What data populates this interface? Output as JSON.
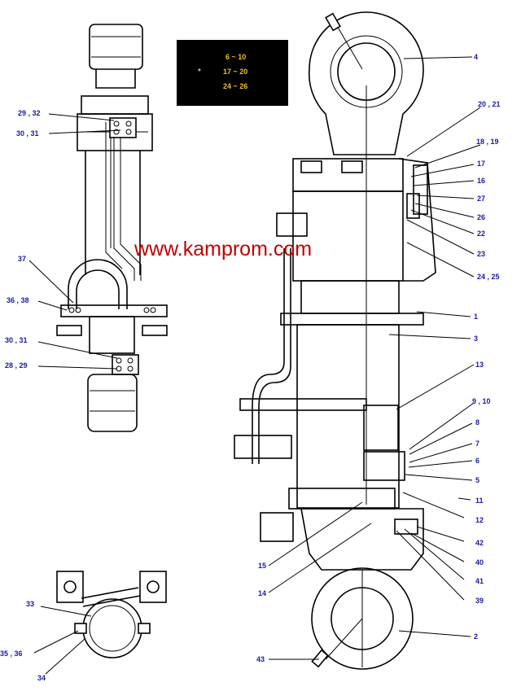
{
  "watermark": "www.kamprom.com",
  "legend": {
    "symbol": "*",
    "rows": [
      "6 ~ 10",
      "17 ~ 20",
      "24 ~ 26"
    ]
  },
  "callouts": [
    {
      "id": "c-4",
      "text": "4"
    },
    {
      "id": "c-20-21",
      "text": "20 , 21"
    },
    {
      "id": "c-18-19",
      "text": "18 , 19"
    },
    {
      "id": "c-17",
      "text": "17"
    },
    {
      "id": "c-16",
      "text": "16"
    },
    {
      "id": "c-27",
      "text": "27"
    },
    {
      "id": "c-26",
      "text": "26"
    },
    {
      "id": "c-22",
      "text": "22"
    },
    {
      "id": "c-23",
      "text": "23"
    },
    {
      "id": "c-24-25",
      "text": "24 , 25"
    },
    {
      "id": "c-1",
      "text": "1"
    },
    {
      "id": "c-3",
      "text": "3"
    },
    {
      "id": "c-13",
      "text": "13"
    },
    {
      "id": "c-9-10",
      "text": "9 , 10"
    },
    {
      "id": "c-8",
      "text": "8"
    },
    {
      "id": "c-7",
      "text": "7"
    },
    {
      "id": "c-6",
      "text": "6"
    },
    {
      "id": "c-5",
      "text": "5"
    },
    {
      "id": "c-11",
      "text": "11"
    },
    {
      "id": "c-12",
      "text": "12"
    },
    {
      "id": "c-42",
      "text": "42"
    },
    {
      "id": "c-40",
      "text": "40"
    },
    {
      "id": "c-41",
      "text": "41"
    },
    {
      "id": "c-39",
      "text": "39"
    },
    {
      "id": "c-2",
      "text": "2"
    },
    {
      "id": "c-15",
      "text": "15"
    },
    {
      "id": "c-14",
      "text": "14"
    },
    {
      "id": "c-43",
      "text": "43"
    },
    {
      "id": "c-29-32",
      "text": "29 , 32"
    },
    {
      "id": "c-30-31-top",
      "text": "30 , 31"
    },
    {
      "id": "c-37",
      "text": "37"
    },
    {
      "id": "c-36-38",
      "text": "36 , 38"
    },
    {
      "id": "c-30-31-mid",
      "text": "30 , 31"
    },
    {
      "id": "c-28-29",
      "text": "28 , 29"
    },
    {
      "id": "c-33",
      "text": "33"
    },
    {
      "id": "c-35-36",
      "text": "35 , 36"
    },
    {
      "id": "c-34",
      "text": "34"
    }
  ]
}
